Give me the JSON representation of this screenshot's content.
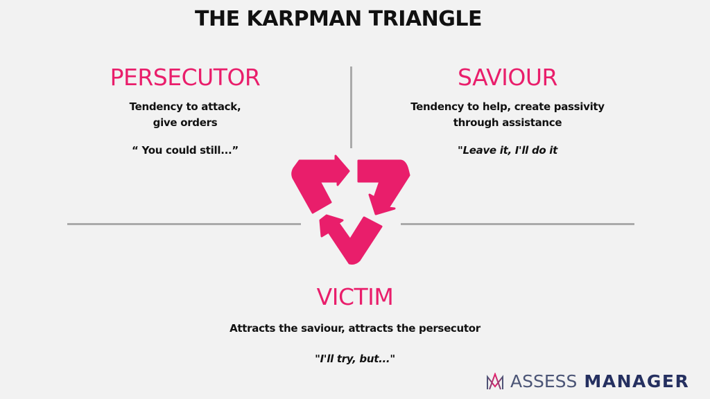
{
  "title": "THE KARPMAN TRIANGLE",
  "colors": {
    "accent": "#e91e6b",
    "background": "#f2f2f2",
    "divider": "#aaaaaa",
    "text": "#111111",
    "logo_text": "#2b3560"
  },
  "roles": {
    "persecutor": {
      "heading": "PERSECUTOR",
      "description_line1": "Tendency to attack,",
      "description_line2": "give orders",
      "quote": "“ You could still...”"
    },
    "saviour": {
      "heading": "SAVIOUR",
      "description_line1": "Tendency to help, create passivity",
      "description_line2": "through assistance",
      "quote": "\"Leave it, I'll do it"
    },
    "victim": {
      "heading": "VICTIM",
      "description": "Attracts the saviour, attracts the persecutor",
      "quote": "\"I'll try, but...\""
    }
  },
  "center_icon": "cycle-arrows-triangle-icon",
  "logo": {
    "icon": "crown-m-logo-icon",
    "word1": "ASSESS",
    "word2": "MANAGER"
  }
}
